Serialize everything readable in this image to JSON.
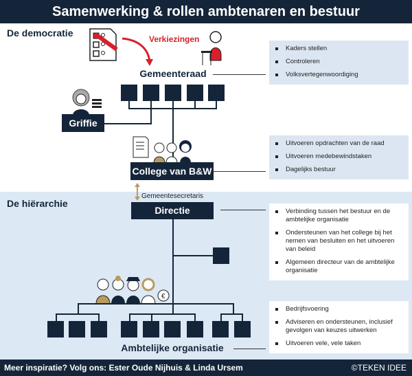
{
  "title": "Samenwerking & rollen ambtenaren en bestuur",
  "sections": {
    "democracy": "De democratie",
    "hierarchy": "De hiërarchie"
  },
  "elections_label": "Verkiezingen",
  "nodes": {
    "council": "Gemeenteraad",
    "registry": "Griffie",
    "college": "College van B&W",
    "secretary": "Gemeentesecretaris",
    "board": "Directie",
    "civil_service": "Ambtelijke organisatie"
  },
  "info": {
    "council": [
      "Kaders stellen",
      "Controleren",
      "Volksvertegenwoordiging"
    ],
    "college": [
      "Uitvoeren opdrachten van de raad",
      "Uitvoeren medebewindstaken",
      "Dagelijks bestuur"
    ],
    "board": [
      "Verbinding tussen het bestuur en de ambtelijke organisatie",
      "Ondersteunen van het college bij het nemen van besluiten en het uitvoeren van beleid",
      "Algemeen directeur van de ambtelijke organisatie"
    ],
    "civil_service": [
      "Bedrijfsvoering",
      "Adviseren en ondersteunen, inclusief gevolgen van keuzes uitwerken",
      "Uitvoeren vele, vele taken"
    ]
  },
  "footer": {
    "left": "Meer inspiratie? Volg ons: Ester Oude Nijhuis & Linda Ursem",
    "right": "©TEKEN IDEE"
  },
  "colors": {
    "navy": "#14253a",
    "red": "#d9202a",
    "light_blue": "#dce8f4",
    "tan": "#b89b5e"
  }
}
